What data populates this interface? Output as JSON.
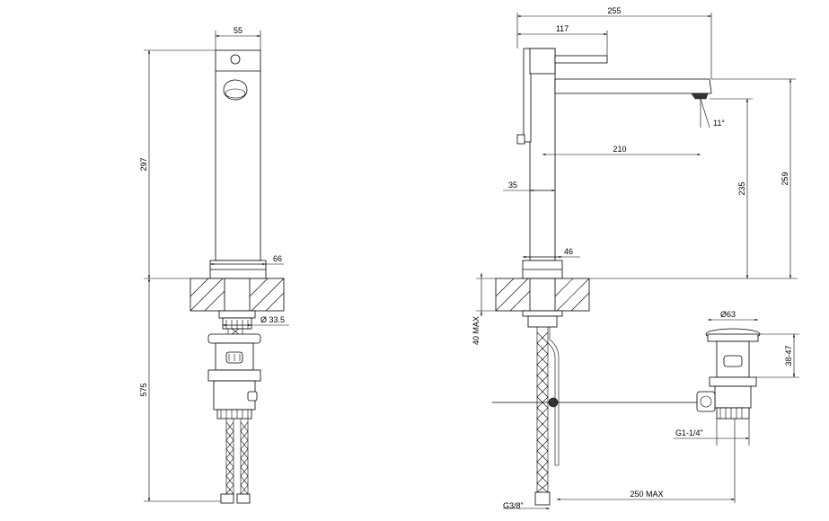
{
  "dimensions": {
    "front_top_width": "55",
    "front_height": "297",
    "front_base_width": "66",
    "front_thread_dia": "Ø 33.5",
    "front_hose_length": "575",
    "side_total_reach": "255",
    "side_handle_length": "117",
    "side_spout_angle": "11°",
    "side_spout_reach": "210",
    "side_spout_height": "235",
    "side_total_height": "259",
    "side_body_dia": "35",
    "side_base_dia": "46",
    "side_max_deck": "40 MAX",
    "waste_cap_dia": "Ø63",
    "waste_deck_range": "38-47",
    "waste_thread": "G1-1/4\"",
    "hose_thread": "G3/8\"",
    "rod_max_length": "250 MAX"
  }
}
